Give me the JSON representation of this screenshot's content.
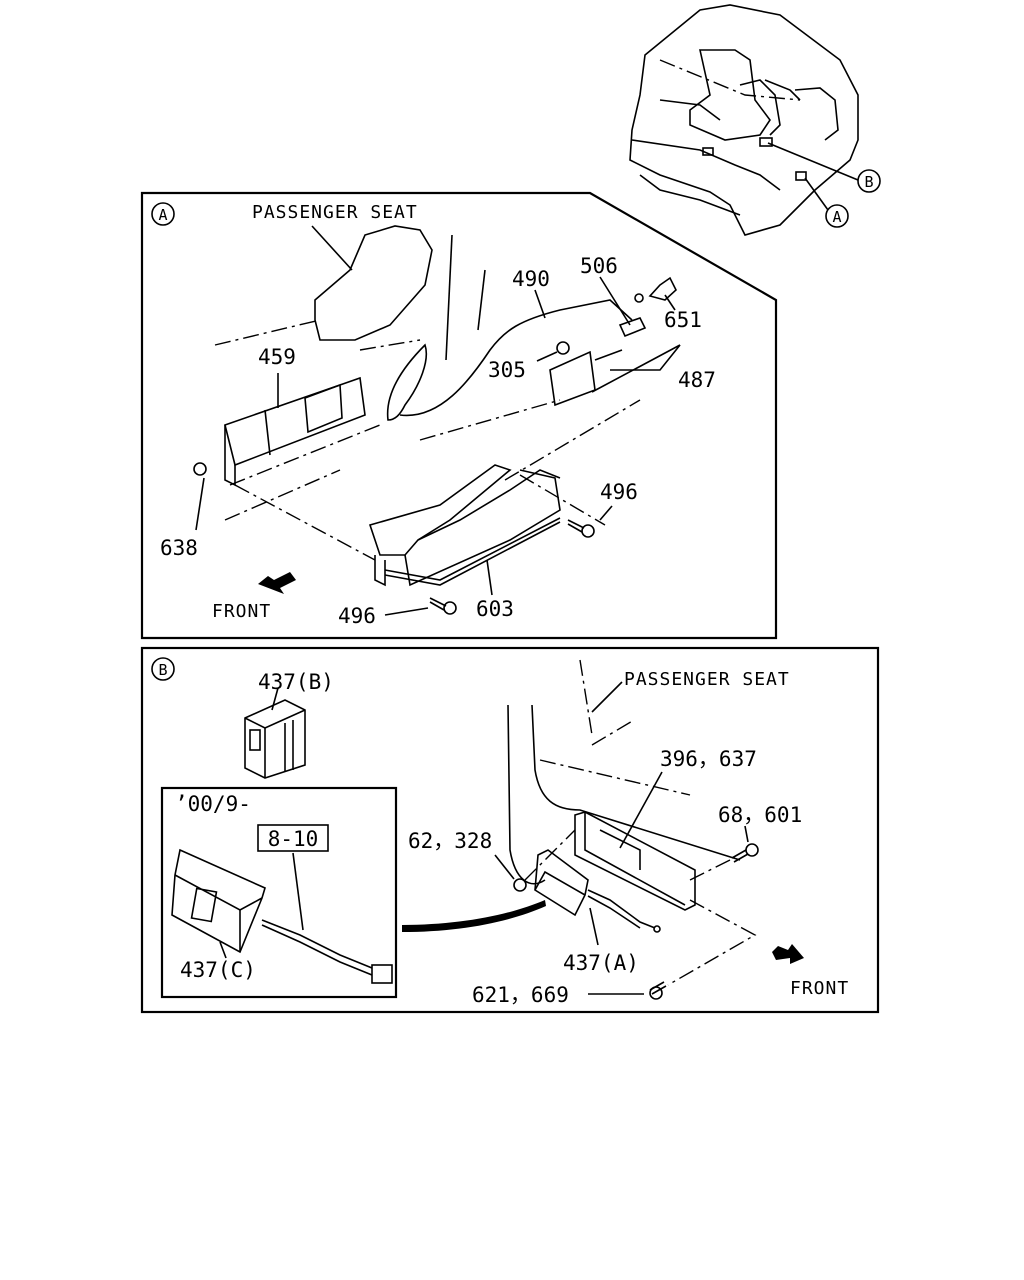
{
  "panel_a": {
    "marker": "A",
    "seat_caption": "PASSENGER SEAT",
    "front_label": "FRONT",
    "parts": {
      "p459": "459",
      "p490": "490",
      "p506": "506",
      "p651": "651",
      "p305": "305",
      "p487": "487",
      "p496_top": "496",
      "p638": "638",
      "p496_bottom": "496",
      "p603": "603"
    }
  },
  "panel_b": {
    "marker": "B",
    "seat_caption": "PASSENGER SEAT",
    "front_label": "FRONT",
    "parts": {
      "p437b": "437(B)",
      "p396_637": "396，637",
      "p68_601": "68，601",
      "p62_328": "62，328",
      "p437a": "437(A)",
      "p621_669": "621，669"
    },
    "inset": {
      "date_label": "’00/9-",
      "ref_box": "8-10",
      "part": "437(C)"
    }
  },
  "overview": {
    "marker_b": "B",
    "marker_a": "A"
  }
}
